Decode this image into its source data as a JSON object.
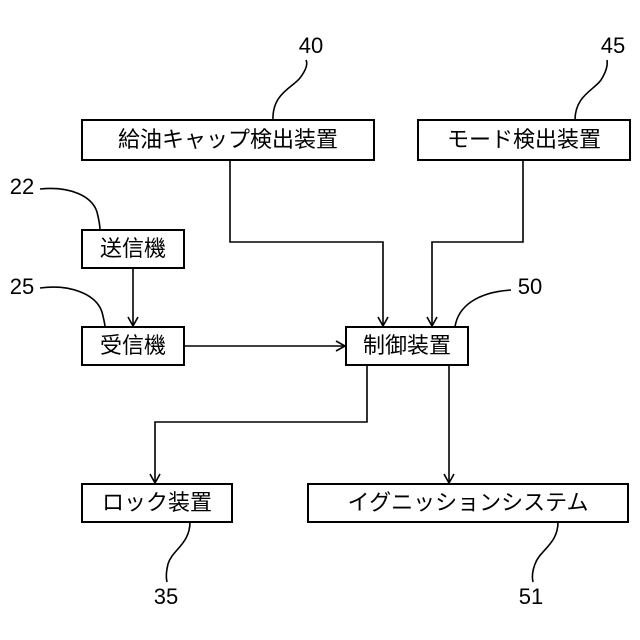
{
  "blocks": {
    "fuel_cap": {
      "label": "給油キャップ検出装置",
      "ref": "40"
    },
    "mode": {
      "label": "モード検出装置",
      "ref": "45"
    },
    "transmitter": {
      "label": "送信機",
      "ref": "22"
    },
    "receiver": {
      "label": "受信機",
      "ref": "25"
    },
    "controller": {
      "label": "制御装置",
      "ref": "50"
    },
    "lock": {
      "label": "ロック装置",
      "ref": "35"
    },
    "ignition": {
      "label": "イグニッションシステム",
      "ref": "51"
    }
  }
}
